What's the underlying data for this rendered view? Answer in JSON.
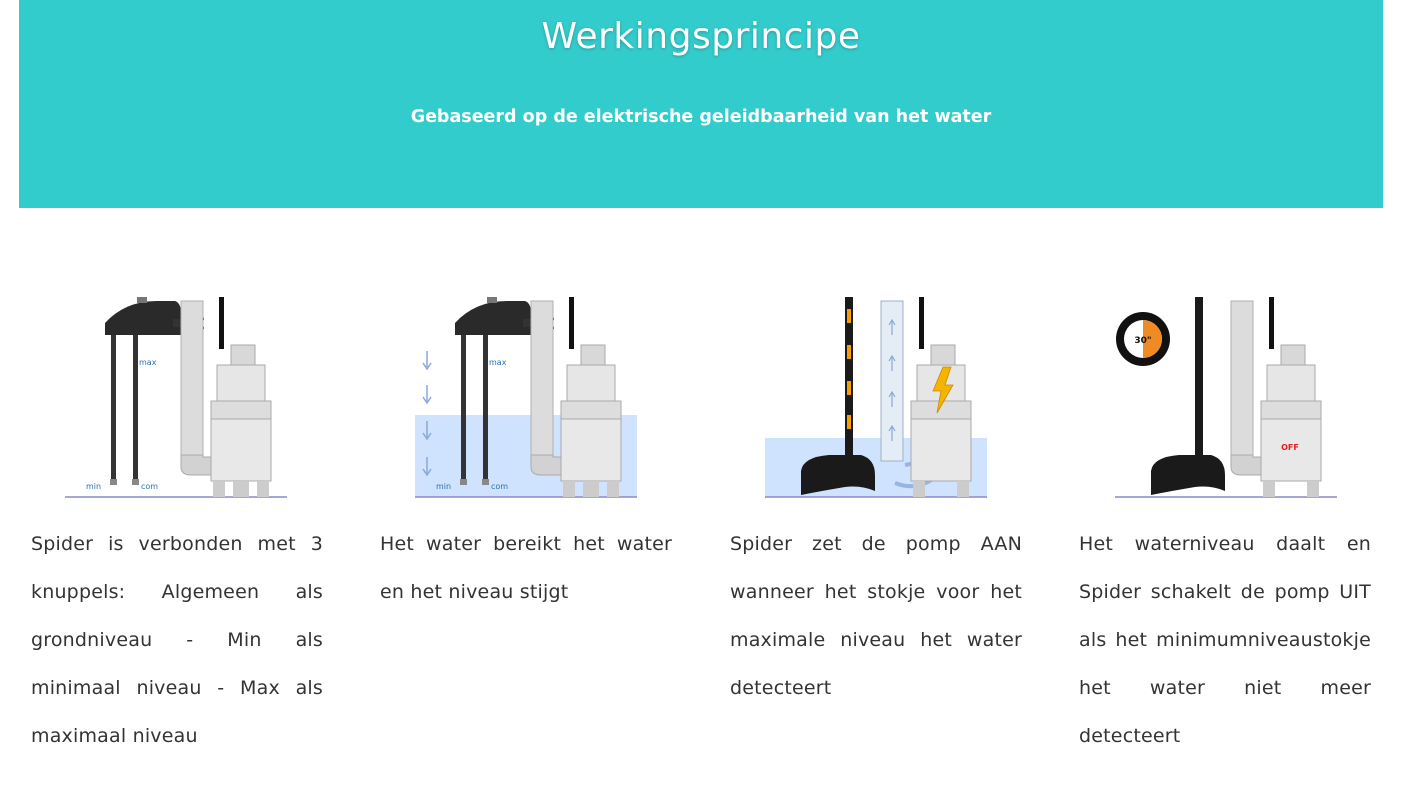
{
  "header": {
    "title": "Werkingsprincipe",
    "subtitle": "Gebaseerd op de elektrische geleidbaarheid van het water"
  },
  "colors": {
    "banner": "#33cccc",
    "water": "#cfe3ff",
    "pump": "#dcdcdc",
    "spider": "#222222",
    "arrow_up": "#f5a000",
    "timer_accent": "#f08a24",
    "off_label": "#e02020",
    "label_blue": "#2a70b0"
  },
  "steps": [
    {
      "caption": "Spider is verbonden met 3 knuppels: Algemeen als grondniveau - Min als minimaal niveau - Max als maximaal niveau",
      "illustration": {
        "labels": {
          "max": "max",
          "min": "min",
          "com": "com"
        },
        "water_level": 0
      }
    },
    {
      "caption": "Het water bereikt het water en het niveau stijgt",
      "illustration": {
        "labels": {
          "max": "max",
          "min": "min",
          "com": "com"
        },
        "water_level": 0.45,
        "icon": "down-arrows-icon"
      }
    },
    {
      "caption": "Spider zet de pomp AAN wanneer het stokje voor het maximale niveau het water detecteert",
      "illustration": {
        "water_level": 0.3,
        "icon": "lightning-icon"
      }
    },
    {
      "caption": "Het waterniveau daalt en Spider schakelt de pomp UIT als het minimumniveaustokje het water niet meer detecteert",
      "illustration": {
        "timer_label": "30\"",
        "pump_label": "OFF",
        "icon": "timer-icon"
      }
    }
  ]
}
